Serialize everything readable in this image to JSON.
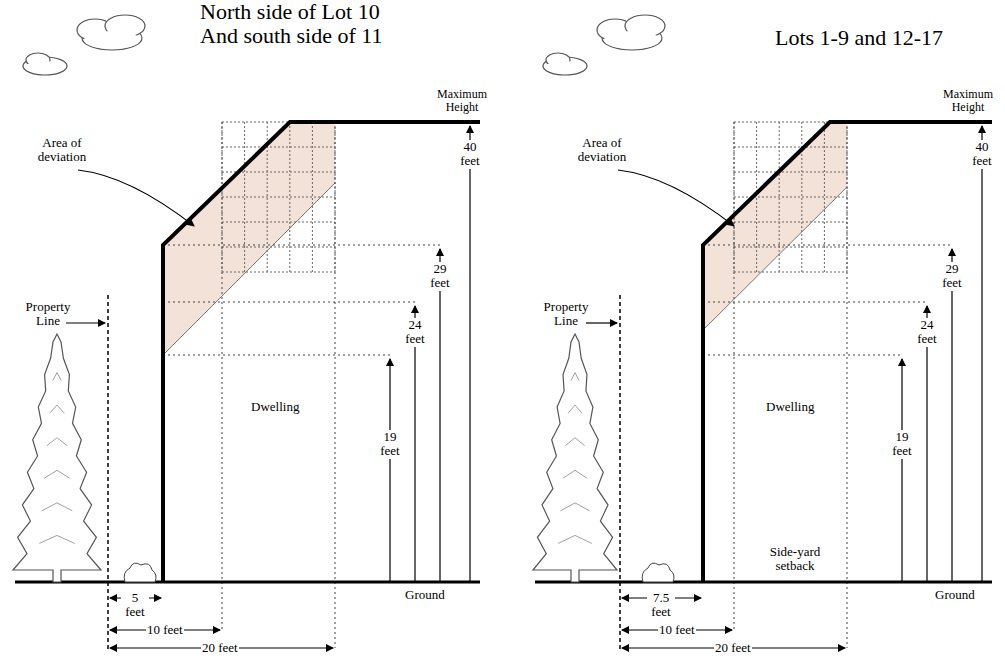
{
  "diagram": {
    "labels": [
      "North side of Lot 10 And south side of 11",
      "Lots 1-9 and 12-17",
      "Maximum Height",
      "40 feet",
      "Area of deviation",
      "29 feet",
      "24 feet",
      "Property Line",
      "Dwelling",
      "19 feet",
      "Ground",
      "5 feet",
      "10 feet",
      "20 feet",
      "Maximum Height",
      "40 feet",
      "Area of deviation",
      "29 feet",
      "24 feet",
      "Property Line",
      "Dwelling",
      "19 feet",
      "Ground",
      "7.5 feet",
      "Side-yard setback",
      "10 feet",
      "20 feet"
    ]
  }
}
